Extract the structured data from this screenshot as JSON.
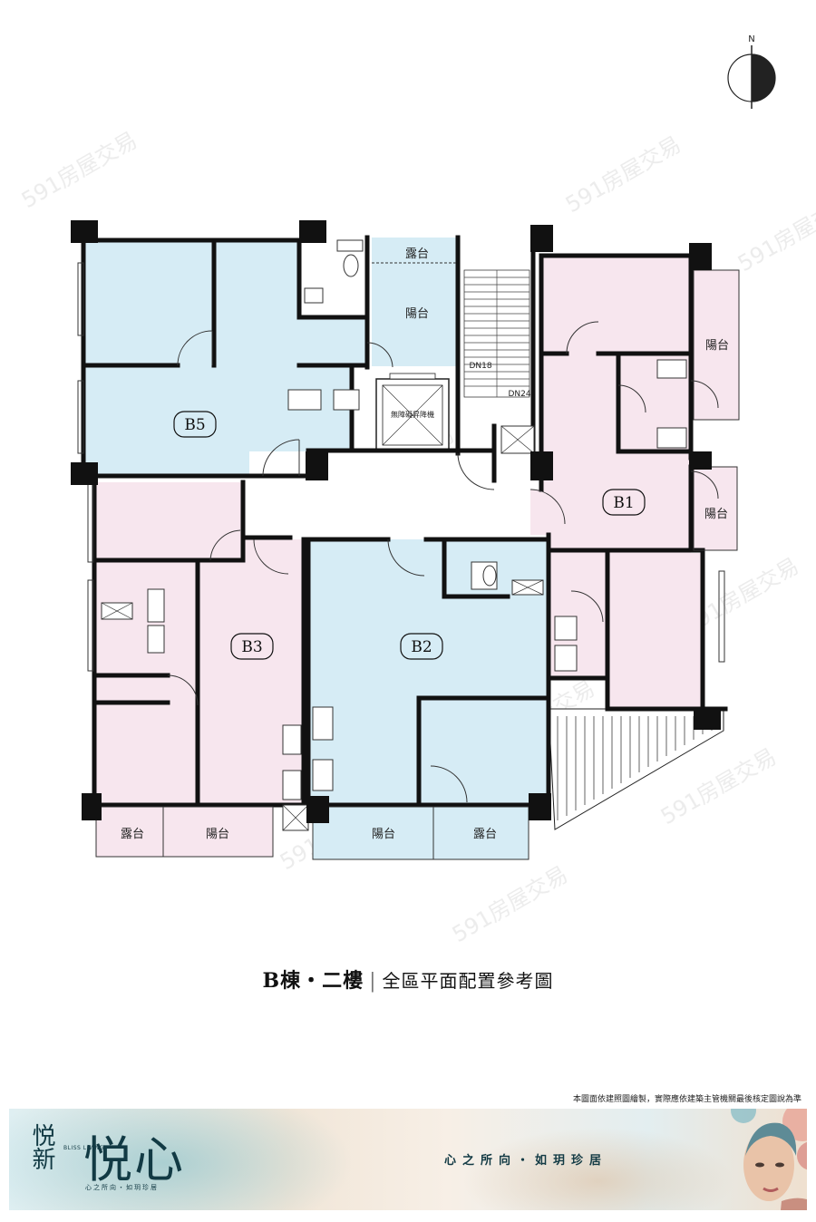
{
  "compass": {
    "label": "N"
  },
  "units": [
    {
      "id": "B5",
      "label": "B5"
    },
    {
      "id": "B1",
      "label": "B1"
    },
    {
      "id": "B3",
      "label": "B3"
    },
    {
      "id": "B2",
      "label": "B2"
    }
  ],
  "room_labels": {
    "lutai_top": "露台",
    "yangtai_top": "陽台",
    "yangtai_b1_upper": "陽台",
    "yangtai_b1_lower": "陽台",
    "lutai_b3": "露台",
    "yangtai_b3": "陽台",
    "yangtai_b2": "陽台",
    "lutai_b2": "露台",
    "elevator": "無障礙昇降機",
    "stair_dn18": "DN18",
    "stair_dn24": "DN24"
  },
  "caption": {
    "building": "B棟・二樓",
    "separator": "|",
    "subtitle": "全區平面配置參考圖"
  },
  "footer_note": "本圖面依建照圖繪製，實際應依建築主管機關最後核定圖說為準",
  "banner": {
    "logo_small": "悦新",
    "logo_en": "BLISS LIVING",
    "logo_big": "悦心",
    "logo_tagline": "心之所向・如玥珍居",
    "slogan": "心之所向・如玥珍居"
  },
  "watermark": "591房屋交易",
  "colors": {
    "blue_unit": "#d6ecf5",
    "pink_unit": "#f7e6ee",
    "wall": "#111111",
    "brand": "#123a44"
  }
}
